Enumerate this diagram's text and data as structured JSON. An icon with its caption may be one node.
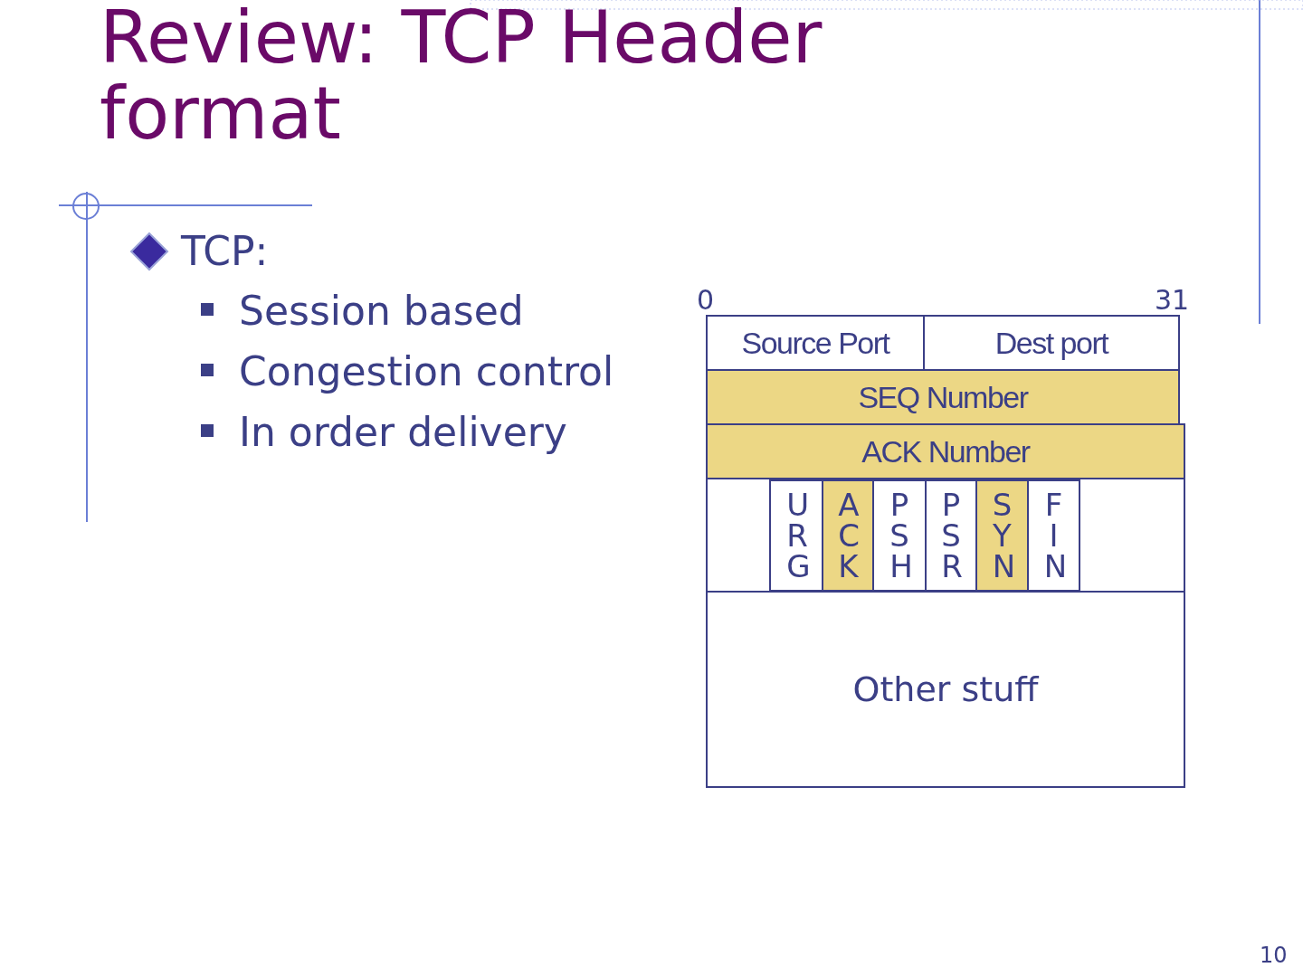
{
  "diagram": {
    "title": "Review:  TCP Header format",
    "nodes": [
      {
        "text": [
          "Source Port"
        ]
      },
      {
        "text": [
          "Dest port"
        ]
      },
      {
        "text": [
          "SEQ Number"
        ]
      },
      {
        "text": [
          "ACK Number"
        ]
      },
      {
        "text": [],
        "shape": "box"
      },
      {
        "text": [
          "U R G"
        ],
        "in": 4
      },
      {
        "text": [
          "A C K"
        ],
        "in": 4
      },
      {
        "text": [
          "P S H"
        ],
        "in": 4
      },
      {
        "text": [
          "P S R"
        ],
        "in": 4
      },
      {
        "text": [
          "S Y N"
        ],
        "in": 4
      },
      {
        "text": [
          "F I N"
        ],
        "in": 4
      },
      {
        "text": [
          "Other stuff"
        ]
      }
    ],
    "labels": [
      "TCP:",
      "Session based",
      "Congestion control",
      "In order delivery",
      "0",
      "31",
      "10"
    ]
  }
}
